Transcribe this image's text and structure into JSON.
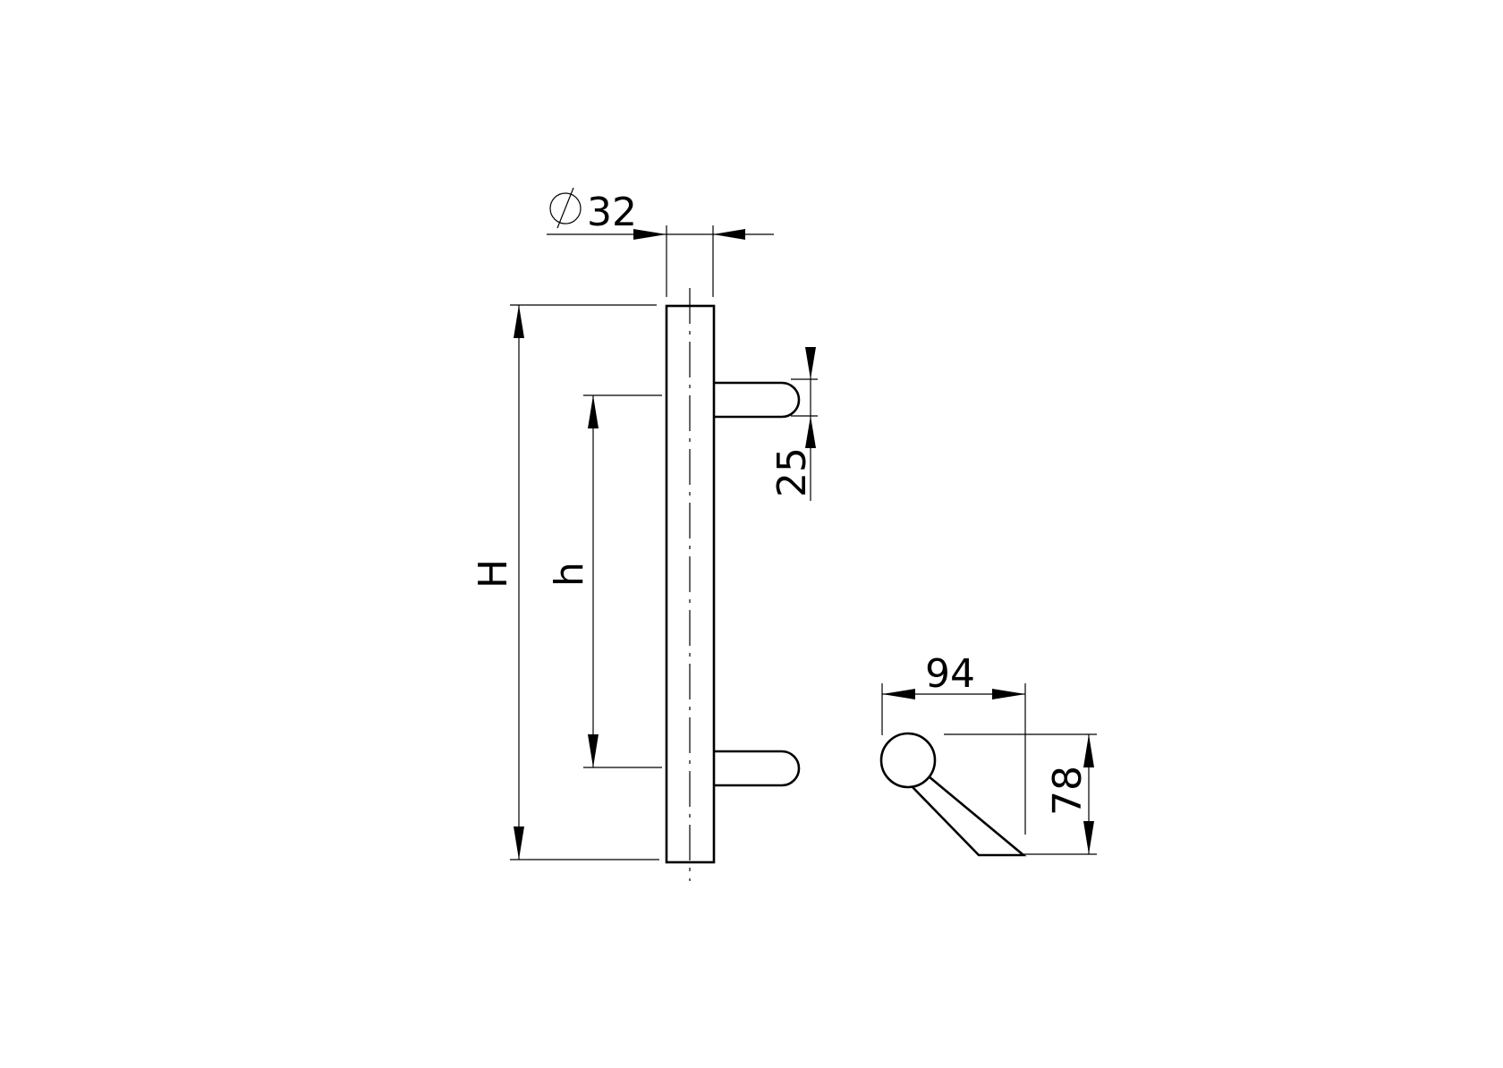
{
  "drawing": {
    "front_view": {
      "diameter_label": "32",
      "diameter_symbol": "∅",
      "overall_height_label": "H",
      "center_distance_label": "h",
      "standoff_diameter_label": "25"
    },
    "side_view": {
      "projection_label": "94",
      "height_offset_label": "78"
    }
  },
  "colors": {
    "line": "#000000",
    "background": "#ffffff"
  }
}
